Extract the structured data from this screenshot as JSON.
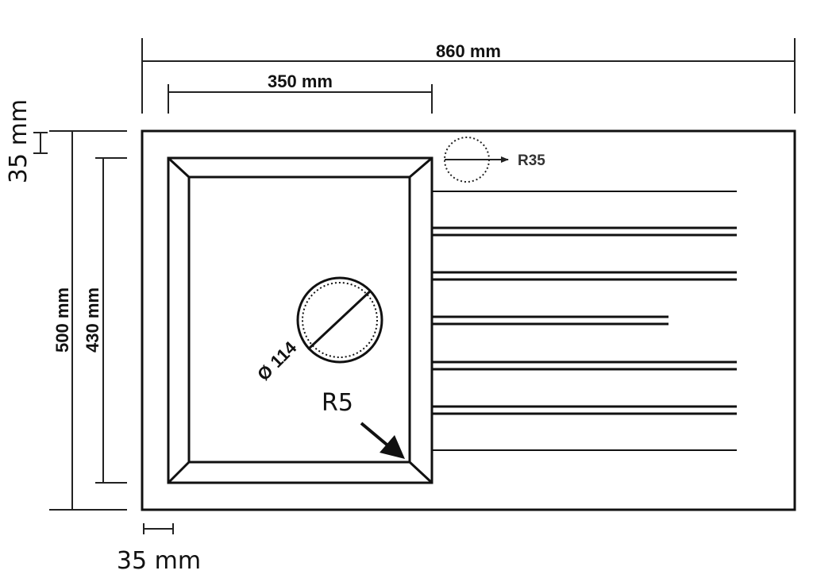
{
  "dimensions": {
    "total_width": "860 mm",
    "bowl_width": "350 mm",
    "total_depth": "500 mm",
    "bowl_depth": "430 mm",
    "top_margin": "35 mm",
    "left_margin": "35 mm"
  },
  "annotations": {
    "drain_diameter": "Ø 114",
    "corner_radius": "R5",
    "tap_hole_radius": "R35"
  },
  "colors": {
    "line": "#111111",
    "background": "#ffffff"
  }
}
